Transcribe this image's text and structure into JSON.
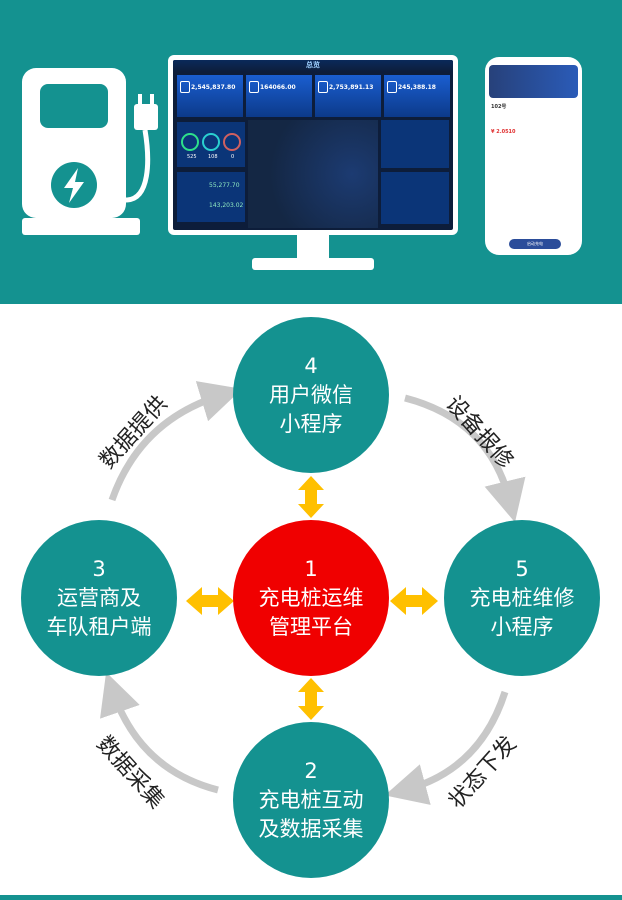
{
  "colors": {
    "teal": "#149290",
    "red": "#f00000",
    "arrow_yellow": "#ffc000",
    "arrow_gray": "#c8c8c8"
  },
  "hero": {
    "icons": [
      "ev-charger-icon",
      "lightning-icon",
      "plug-icon"
    ],
    "dashboard": {
      "logo": "总览",
      "cards": [
        {
          "value": "2,545,837.80"
        },
        {
          "value": "164066.00"
        },
        {
          "value": "2,753,891.13"
        },
        {
          "value": "245,388.18"
        }
      ],
      "gauges": [
        "525",
        "108",
        "0"
      ],
      "stats": [
        {
          "value": "55,277.70"
        },
        {
          "value": "143,203.02"
        }
      ]
    },
    "phone": {
      "station": "102号",
      "price": "¥ 2.0510",
      "button": "启动充电"
    }
  },
  "diagram": {
    "nodes": [
      {
        "num": "1",
        "line1": "充电桩运维",
        "line2": "管理平台"
      },
      {
        "num": "2",
        "line1": "充电桩互动",
        "line2": "及数据采集"
      },
      {
        "num": "3",
        "line1": "运营商及",
        "line2": "车队租户端"
      },
      {
        "num": "4",
        "line1": "用户微信",
        "line2": "小程序"
      },
      {
        "num": "5",
        "line1": "充电桩维修",
        "line2": "小程序"
      }
    ],
    "edges": {
      "top_left": "数据提供",
      "top_right": "设备报修",
      "bottom_left": "数据采集",
      "bottom_right": "状态下发"
    }
  }
}
